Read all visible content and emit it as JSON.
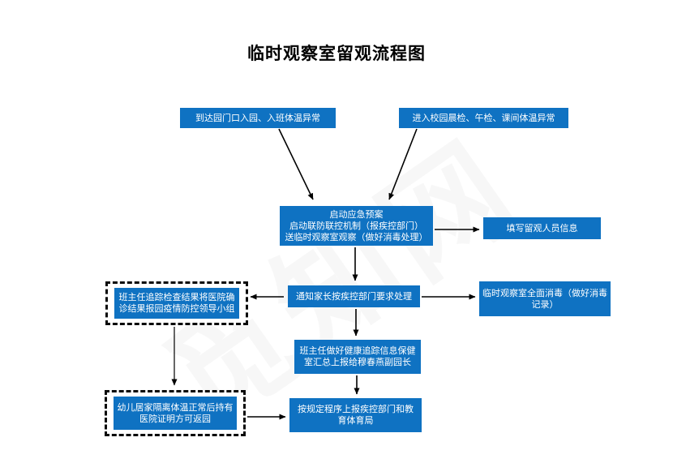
{
  "title": "临时观察室留观流程图",
  "watermark": "觅知网",
  "colors": {
    "node_fill": "#0F72C2",
    "node_text": "#FFFFFF",
    "arrow": "#000000"
  },
  "nodes": {
    "arrive": "到达园门口入园、入班体温异常",
    "campus_check": "进入校园晨检、午检、课间体温异常",
    "emergency": "启动应急预案\n启动联防联控机制（报疾控部门）\n送临时观察室观察（做好消毒处理）",
    "fill_info": "填写留观人员信息",
    "notify_parents": "通知家长按疾控部门要求处理",
    "disinfect": "临时观察室全面消毒（做好消毒\n记录）",
    "teacher_track": "班主任追踪检查结果将医院确\n诊结果报园疫情防控领导小组",
    "health_report": "班主任做好健康追踪信息保健\n室汇总上报给穆春燕副园长",
    "home_quarantine": "幼儿居家隔离体温正常后持有\n医院证明方可返园",
    "report_cdc": "按规定程序上报疾控部门和教\n育体育局"
  }
}
